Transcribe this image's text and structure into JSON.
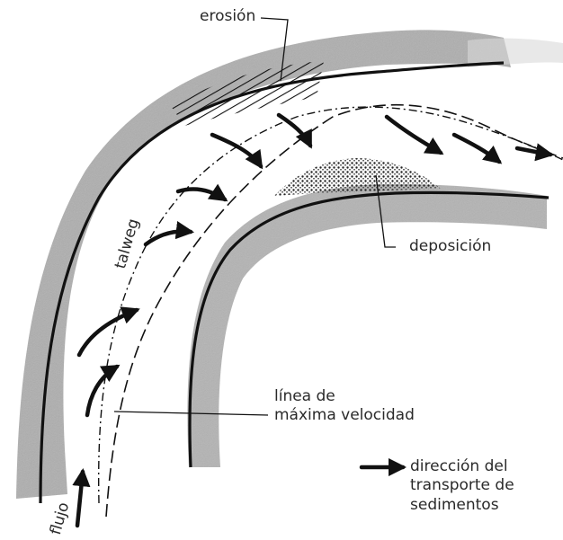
{
  "labels": {
    "erosion": "erosión",
    "deposition": "deposición",
    "thalweg": "talweg",
    "max_velocity_line_1": "línea de",
    "max_velocity_line_2": "máxima velocidad",
    "flow": "flujo",
    "legend_line_1": "dirección del",
    "legend_line_2": "transporte de",
    "legend_line_3": "sedimentos"
  },
  "colors": {
    "ink": "#111111",
    "bank_shading": "#8c8c8c",
    "text": "#2a2a2a"
  }
}
